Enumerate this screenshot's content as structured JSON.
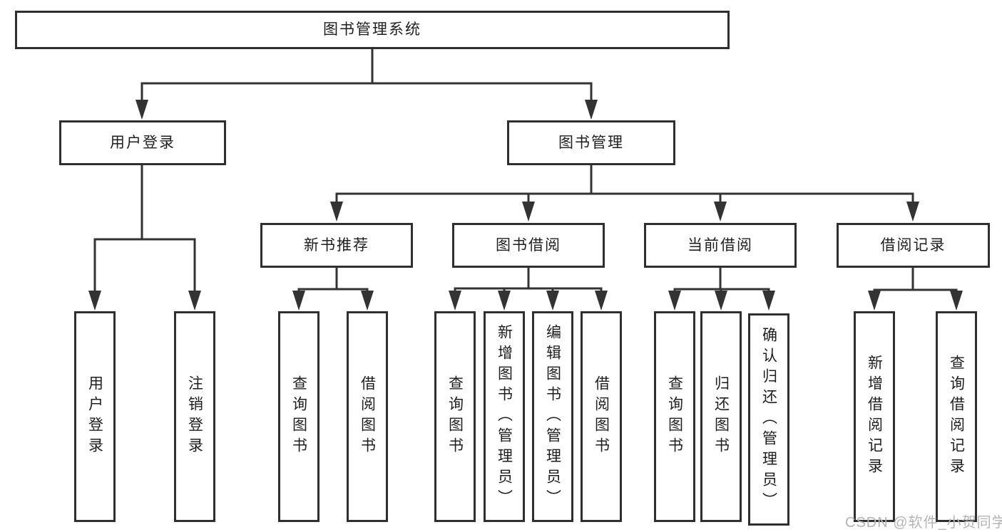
{
  "diagram": {
    "root": {
      "label": "图书管理系统",
      "children": [
        {
          "label": "用户登录",
          "children": [
            {
              "label": "用户登录"
            },
            {
              "label": "注销登录"
            }
          ]
        },
        {
          "label": "图书管理",
          "children": [
            {
              "label": "新书推荐",
              "children": [
                {
                  "label": "查询图书"
                },
                {
                  "label": "借阅图书"
                }
              ]
            },
            {
              "label": "图书借阅",
              "children": [
                {
                  "label": "查询图书"
                },
                {
                  "label": "新增图书（管理员）"
                },
                {
                  "label": "编辑图书（管理员）"
                },
                {
                  "label": "借阅图书"
                }
              ]
            },
            {
              "label": "当前借阅",
              "children": [
                {
                  "label": "查询图书"
                },
                {
                  "label": "归还图书"
                },
                {
                  "label": "确认归还（管理员）"
                }
              ]
            },
            {
              "label": "借阅记录",
              "children": [
                {
                  "label": "新增借阅记录"
                },
                {
                  "label": "查询借阅记录"
                }
              ]
            }
          ]
        }
      ]
    }
  },
  "watermark": {
    "text": "CSDN @软件_小贺同学"
  },
  "colors": {
    "line": "#333333",
    "box_border": "#2f2f2f",
    "text": "#1e1e1e",
    "watermark": "#b4b4b4",
    "background": "#ffffff"
  }
}
